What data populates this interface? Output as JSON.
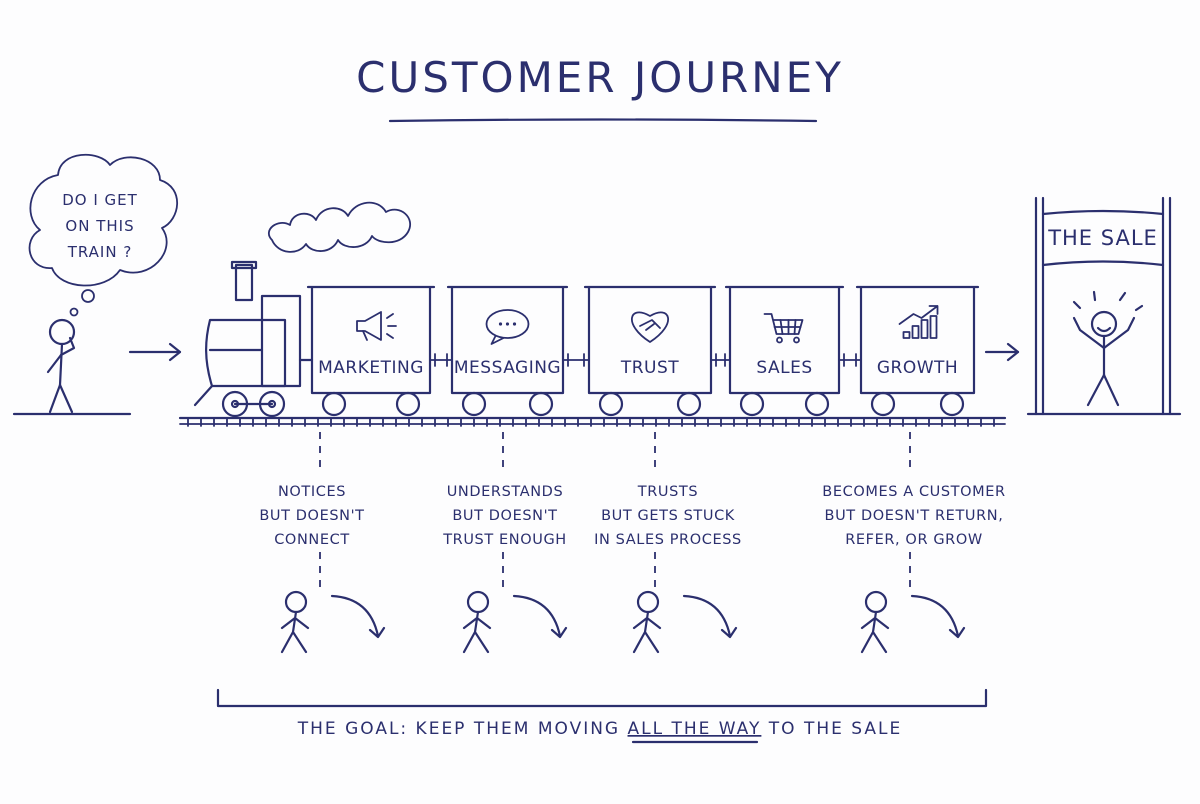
{
  "title": "CUSTOMER JOURNEY",
  "thought_bubble": {
    "lines": [
      "DO I GET",
      "ON THIS",
      "TRAIN ?"
    ]
  },
  "cars": [
    {
      "label": "MARKETING",
      "icon": "megaphone-icon"
    },
    {
      "label": "MESSAGING",
      "icon": "speech-bubble-icon"
    },
    {
      "label": "TRUST",
      "icon": "heart-handshake-icon"
    },
    {
      "label": "SALES",
      "icon": "shopping-cart-icon"
    },
    {
      "label": "GROWTH",
      "icon": "growth-chart-icon"
    }
  ],
  "destination": {
    "label": "THE SALE"
  },
  "dropoffs": [
    {
      "lines": [
        "NOTICES",
        "BUT DOESN'T",
        "CONNECT"
      ]
    },
    {
      "lines": [
        "UNDERSTANDS",
        "BUT DOESN'T",
        "TRUST ENOUGH"
      ]
    },
    {
      "lines": [
        "TRUSTS",
        "BUT GETS STUCK",
        "IN SALES PROCESS"
      ]
    },
    {
      "lines": [
        "BECOMES A CUSTOMER",
        "BUT DOESN'T RETURN,",
        "REFER, OR GROW"
      ]
    }
  ],
  "goal": {
    "prefix": "THE GOAL: KEEP THEM MOVING ",
    "emphasis": "ALL THE WAY",
    "suffix": " TO THE SALE"
  },
  "colors": {
    "ink": "#2b2f6e",
    "background": "#fdfdfe"
  }
}
